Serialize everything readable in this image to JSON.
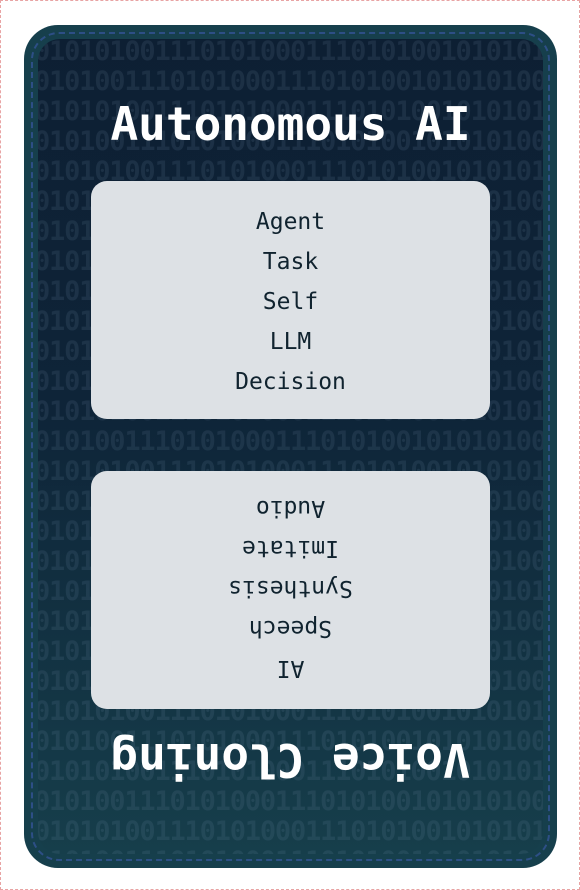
{
  "card": {
    "title_top": "Autonomous AI",
    "title_bottom": "Voice Cloning",
    "top_words": [
      "Agent",
      "Task",
      "Self",
      "LLM",
      "Decision"
    ],
    "bottom_words": [
      "AI",
      "Speech",
      "Synthesis",
      "Imitate",
      "Audio"
    ],
    "background_pattern": "binary-digits",
    "colors": {
      "card_frame": "#163f4c",
      "inner_top": "#0d1f33",
      "inner_bottom": "#163e4b",
      "word_box": "#dde1e5",
      "word_text": "#10232f",
      "title_text": "#ffffff",
      "dashed_border": "#2d4f86"
    }
  }
}
